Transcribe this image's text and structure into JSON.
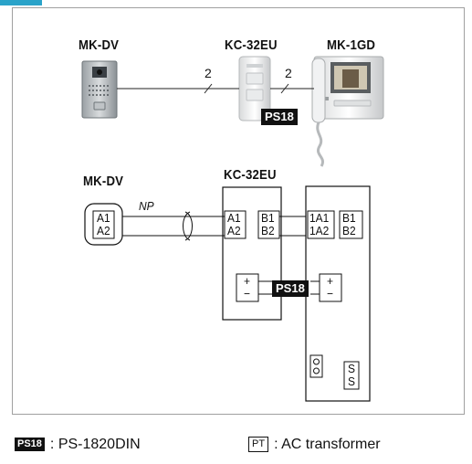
{
  "top": {
    "left_device": "MK-DV",
    "middle_device": "KC-32EU",
    "right_device": "MK-1GD",
    "wire_count_left": "2",
    "wire_count_right": "2",
    "power_badge": "PS18"
  },
  "schematic": {
    "door_station_label": "MK-DV",
    "door_terminals": [
      "A1",
      "A2"
    ],
    "cable_label": "NP",
    "controller_label": "KC-32EU",
    "controller_terminals_in": [
      "A1",
      "A2"
    ],
    "controller_terminals_out": [
      "B1",
      "B2"
    ],
    "monitor_terminals_in": [
      "1A1",
      "1A2"
    ],
    "monitor_terminals_out": [
      "B1",
      "B2"
    ],
    "power_badge": "PS18",
    "plus_sign": "+",
    "minus_sign": "−",
    "ss_terminals": [
      "S",
      "S"
    ]
  },
  "legend": {
    "ps18_key": "PS18",
    "ps18_text": ": PS-1820DIN",
    "pt_key": "PT",
    "pt_text": ": AC transformer"
  }
}
